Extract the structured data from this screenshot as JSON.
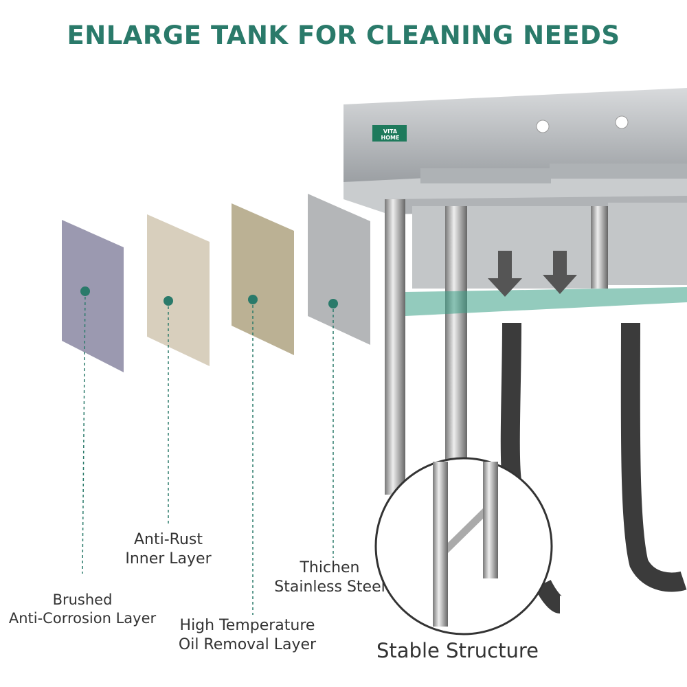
{
  "title": "ENLARGE TANK FOR CLEANING NEEDS",
  "brand_logo": "VITA HOME",
  "layers": [
    {
      "line1": "Brushed",
      "line2": "Anti-Corrosion Layer"
    },
    {
      "line1": "Anti-Rust",
      "line2": "Inner Layer"
    },
    {
      "line1": "High Temperature",
      "line2": "Oil Removal Layer"
    },
    {
      "line1": "Thichen",
      "line2": "Stainless Steel"
    }
  ],
  "inset_caption": "Stable Structure",
  "colors": {
    "accent": "#2a7a6a",
    "text": "#333333"
  }
}
